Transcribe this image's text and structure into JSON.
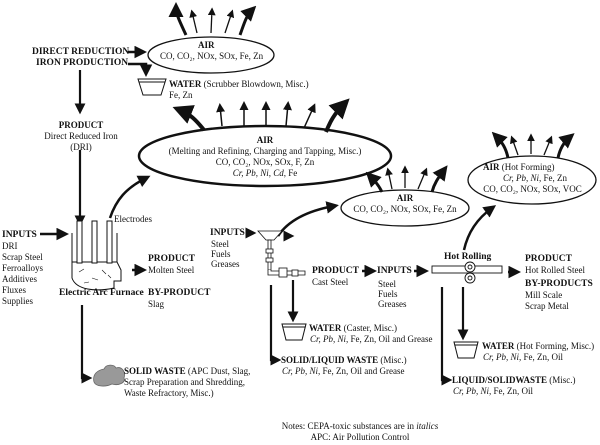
{
  "dri": {
    "title_line1": "DIRECT REDUCTION",
    "title_line2": "IRON PRODUCTION",
    "air": {
      "label": "AIR",
      "emissions": "CO, CO₂, NOx, SOx, Fe, Zn"
    },
    "water": {
      "label": "WATER",
      "detail": "(Scrubber Blowdown, Misc.)",
      "substances": "Fe, Zn"
    },
    "product": {
      "label": "PRODUCT",
      "line1": "Direct Reduced Iron",
      "line2": "(DRI)"
    }
  },
  "eaf": {
    "inputs_label": "INPUTS",
    "inputs": [
      "DRI",
      "Scrap Steel",
      "Ferroalloys",
      "Additives",
      "Fluxes",
      "Supplies"
    ],
    "electrodes_label": "Electrodes",
    "furnace_label": "Electric Arc Furnace",
    "product": {
      "label": "PRODUCT",
      "value": "Molten Steel"
    },
    "byproduct": {
      "label": "BY-PRODUCT",
      "value": "Slag"
    },
    "air": {
      "label": "AIR",
      "detail": "(Melting and Refining, Charging and Tapping, Misc.)",
      "emissions": "CO, CO₂, NOx, SOx, F, Zn",
      "toxic": "Cr, Pb, Ni, Cd,",
      "other": "Fe"
    },
    "solid_waste": {
      "label": "SOLID WASTE",
      "line1": "(APC Dust, Slag,",
      "line2": "Scrap Preparation and Shredding,",
      "line3": "Waste Refractory, Misc.)"
    }
  },
  "casting": {
    "inputs_label": "INPUTS",
    "inputs": [
      "Steel",
      "Fuels",
      "Greases"
    ],
    "air": {
      "label": "AIR",
      "emissions": "CO, CO₂, NOx, SOx, Fe, Zn"
    },
    "product": {
      "label": "PRODUCT",
      "value": "Cast Steel"
    },
    "water": {
      "label": "WATER",
      "detail": "(Caster, Misc.)",
      "toxic": "Cr, Pb, Ni,",
      "other": "Fe, Zn, Oil and Grease"
    },
    "waste": {
      "label": "SOLID/LIQUID WASTE",
      "detail": "(Misc.)",
      "toxic": "Cr, Pb, Ni,",
      "other": "Fe, Zn, Oil and Grease"
    }
  },
  "rolling": {
    "inputs_label": "INPUTS",
    "inputs": [
      "Steel",
      "Fuels",
      "Greases"
    ],
    "title": "Hot Rolling",
    "air": {
      "label": "AIR",
      "detail": "(Hot Forming)",
      "toxic": "Cr, Pb, Ni,",
      "other": "Fe, Zn",
      "emissions": "CO, CO₂, NOx, SOx, VOC"
    },
    "product": {
      "label": "PRODUCT",
      "value": "Hot Rolled Steel"
    },
    "byproducts": {
      "label": "BY-PRODUCTS",
      "items": [
        "Mill Scale",
        "Scrap Metal"
      ]
    },
    "water": {
      "label": "WATER",
      "detail": "(Hot Forming, Misc.)",
      "toxic": "Cr, Pb, Ni,",
      "other": "Fe, Zn, Oil"
    },
    "waste": {
      "label": "LIQUID/SOLIDWASTE",
      "detail": "(Misc.)",
      "toxic": "Cr, Pb, Ni,",
      "other": "Fe, Zn, Oil"
    }
  },
  "notes": {
    "line1_prefix": "Notes: CEPA-toxic substances are in",
    "line1_italic": "italics",
    "line2": "APC: Air Pollution Control"
  }
}
